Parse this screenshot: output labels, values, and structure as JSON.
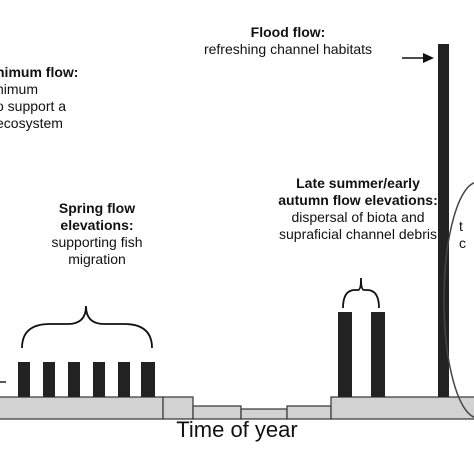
{
  "minimum_flow": {
    "title": "nimum flow:",
    "lines": [
      "nimum",
      "o support a",
      "ecosystem"
    ]
  },
  "flood_flow": {
    "title": "Flood flow:",
    "lines": [
      "refreshing channel habitats"
    ]
  },
  "spring_flow": {
    "title_lines": [
      "Spring flow",
      "elevations:"
    ],
    "lines": [
      "supporting fish",
      "migration"
    ]
  },
  "late_summer_flow": {
    "title_lines": [
      "Late summer/early",
      "autumn flow elevations:"
    ],
    "lines": [
      "dispersal of biota and",
      "supraficial channel debris"
    ]
  },
  "right_fragment": {
    "lines": [
      "t",
      "c"
    ]
  },
  "x_axis_label": "Time of year",
  "colors": {
    "bar": "#222222",
    "baseline": "#d2d2d2",
    "outline": "#333333"
  }
}
